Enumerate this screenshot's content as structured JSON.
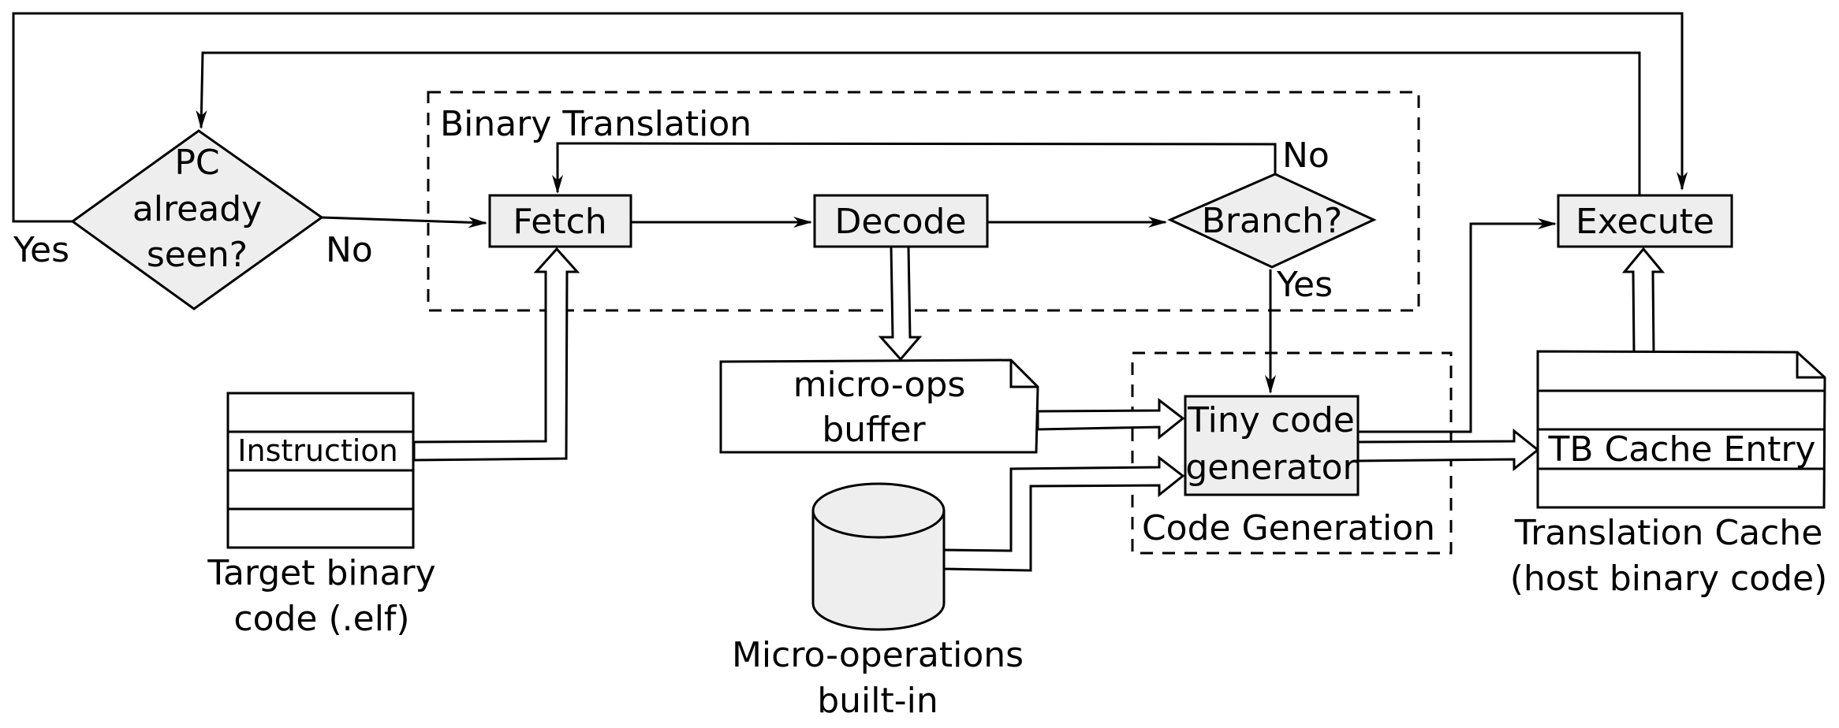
{
  "regions": {
    "binary_translation": "Binary Translation",
    "code_generation": "Code Generation"
  },
  "nodes": {
    "pc_seen": [
      "PC",
      "already",
      "seen?"
    ],
    "fetch": "Fetch",
    "decode": "Decode",
    "branch": "Branch?",
    "execute": "Execute",
    "micro_ops_buffer": [
      "micro-ops",
      "buffer"
    ],
    "tiny_code_generator": [
      "Tiny code",
      "generator"
    ],
    "instruction": "Instruction",
    "tb_cache_entry": "TB Cache Entry"
  },
  "captions": {
    "target_binary": [
      "Target binary",
      "code (.elf)"
    ],
    "micro_ops_builtin": [
      "Micro-operations",
      "built-in"
    ],
    "translation_cache": [
      "Translation Cache",
      "(host binary code)"
    ]
  },
  "edge_labels": {
    "pc_yes": "Yes",
    "pc_no": "No",
    "branch_no": "No",
    "branch_yes": "Yes"
  }
}
